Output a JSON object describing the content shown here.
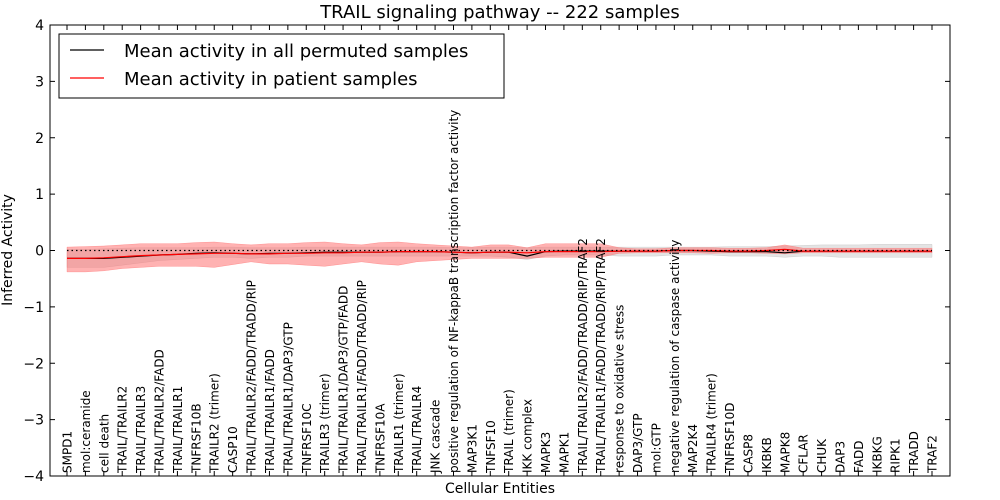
{
  "chart_data": {
    "type": "line",
    "title": "TRAIL signaling pathway -- 222 samples",
    "xlabel": "Cellular Entities",
    "ylabel": "Inferred Activity",
    "ylim": [
      -4,
      4
    ],
    "y_ticks": [
      -4,
      -3,
      -2,
      -1,
      0,
      1,
      2,
      3,
      4
    ],
    "y_tick_labels": [
      "−4",
      "−3",
      "−2",
      "−1",
      "0",
      "1",
      "2",
      "3",
      "4"
    ],
    "grid": false,
    "legend_position": "top-left",
    "categories": [
      "SMPD1",
      "mol:ceramide",
      "cell death",
      "TRAIL/TRAILR2",
      "TRAIL/TRAILR3",
      "TRAIL/TRAILR2/FADD",
      "TRAIL/TRAILR1",
      "TNFRSF10B",
      "TRAILR2 (trimer)",
      "CASP10",
      "TRAIL/TRAILR2/FADD/TRADD/RIP",
      "TRAIL/TRAILR1/FADD",
      "TRAIL/TRAILR1/DAP3/GTP",
      "TNFRSF10C",
      "TRAILR3 (trimer)",
      "TRAIL/TRAILR1/DAP3/GTP/FADD",
      "TRAIL/TRAILR1/FADD/TRADD/RIP",
      "TNFRSF10A",
      "TRAILR1 (trimer)",
      "TRAIL/TRAILR4",
      "JNK cascade",
      "positive regulation of NF-kappaB transcription factor activity",
      "MAP3K1",
      "TNFSF10",
      "TRAIL (trimer)",
      "IKK complex",
      "MAPK3",
      "MAPK1",
      "TRAIL/TRAILR2/FADD/TRADD/RIP/TRAF2",
      "TRAIL/TRAILR1/FADD/TRADD/RIP/TRAF2",
      "response to oxidative stress",
      "DAP3/GTP",
      "mol:GTP",
      "negative regulation of caspase activity",
      "MAP2K4",
      "TRAILR4 (trimer)",
      "TNFRSF10D",
      "CASP8",
      "IKBKB",
      "MAPK8",
      "CFLAR",
      "CHUK",
      "DAP3",
      "FADD",
      "IKBKG",
      "RIPK1",
      "TRADD",
      "TRAF2"
    ],
    "series": [
      {
        "name": "Mean activity in all permuted samples",
        "color": "#000000",
        "values": [
          -0.14,
          -0.14,
          -0.14,
          -0.12,
          -0.1,
          -0.08,
          -0.07,
          -0.05,
          -0.04,
          -0.05,
          -0.06,
          -0.05,
          -0.05,
          -0.04,
          -0.03,
          -0.03,
          -0.03,
          -0.03,
          -0.02,
          -0.02,
          -0.02,
          -0.03,
          -0.04,
          -0.03,
          -0.03,
          -0.1,
          -0.02,
          -0.01,
          -0.01,
          -0.01,
          -0.01,
          -0.01,
          -0.01,
          0.0,
          0.0,
          -0.01,
          -0.02,
          -0.02,
          -0.02,
          -0.04,
          -0.01,
          -0.01,
          -0.01,
          -0.01,
          -0.01,
          -0.01,
          -0.01,
          -0.01
        ],
        "band": {
          "color": "#bbbbbb",
          "upper": [
            0.02,
            0.02,
            0.03,
            0.04,
            0.05,
            0.05,
            0.05,
            0.05,
            0.06,
            0.06,
            0.05,
            0.05,
            0.05,
            0.06,
            0.06,
            0.06,
            0.06,
            0.06,
            0.06,
            0.06,
            0.06,
            0.05,
            0.05,
            0.06,
            0.06,
            0.05,
            0.06,
            0.06,
            0.06,
            0.06,
            0.06,
            0.06,
            0.06,
            0.06,
            0.06,
            0.06,
            0.07,
            0.07,
            0.07,
            0.08,
            0.09,
            0.1,
            0.1,
            0.1,
            0.11,
            0.11,
            0.11,
            0.11
          ],
          "lower": [
            -0.3,
            -0.3,
            -0.3,
            -0.26,
            -0.22,
            -0.18,
            -0.16,
            -0.14,
            -0.12,
            -0.12,
            -0.14,
            -0.12,
            -0.12,
            -0.1,
            -0.1,
            -0.1,
            -0.1,
            -0.1,
            -0.1,
            -0.1,
            -0.1,
            -0.1,
            -0.1,
            -0.1,
            -0.12,
            -0.16,
            -0.1,
            -0.08,
            -0.08,
            -0.08,
            -0.1,
            -0.1,
            -0.1,
            -0.08,
            -0.08,
            -0.08,
            -0.1,
            -0.1,
            -0.1,
            -0.12,
            -0.1,
            -0.1,
            -0.12,
            -0.12,
            -0.12,
            -0.12,
            -0.12,
            -0.12
          ]
        }
      },
      {
        "name": "Mean activity in patient samples",
        "color": "#ff0000",
        "values": [
          -0.14,
          -0.14,
          -0.13,
          -0.11,
          -0.09,
          -0.08,
          -0.07,
          -0.06,
          -0.05,
          -0.05,
          -0.06,
          -0.06,
          -0.05,
          -0.05,
          -0.04,
          -0.04,
          -0.03,
          -0.03,
          -0.02,
          -0.02,
          -0.02,
          -0.03,
          -0.04,
          -0.03,
          -0.03,
          -0.04,
          -0.02,
          -0.02,
          -0.02,
          -0.02,
          -0.01,
          -0.01,
          -0.01,
          0.0,
          0.0,
          0.0,
          -0.01,
          -0.01,
          0.0,
          0.02,
          -0.01,
          -0.01,
          -0.01,
          -0.01,
          -0.01,
          -0.01,
          -0.01,
          -0.01
        ],
        "band": {
          "color": "#ff6666",
          "upper": [
            0.06,
            0.07,
            0.08,
            0.1,
            0.12,
            0.12,
            0.12,
            0.14,
            0.15,
            0.12,
            0.1,
            0.12,
            0.12,
            0.14,
            0.15,
            0.12,
            0.1,
            0.14,
            0.15,
            0.12,
            0.1,
            0.08,
            0.06,
            0.1,
            0.1,
            0.05,
            0.12,
            0.12,
            0.12,
            0.12,
            0.05,
            0.03,
            0.03,
            0.05,
            0.05,
            0.05,
            0.04,
            0.04,
            0.05,
            0.1,
            0.04,
            0.04,
            0.04,
            0.04,
            0.04,
            0.04,
            0.04,
            0.04
          ],
          "lower": [
            -0.38,
            -0.38,
            -0.36,
            -0.32,
            -0.3,
            -0.28,
            -0.28,
            -0.28,
            -0.3,
            -0.25,
            -0.2,
            -0.24,
            -0.24,
            -0.26,
            -0.28,
            -0.24,
            -0.2,
            -0.24,
            -0.26,
            -0.2,
            -0.18,
            -0.16,
            -0.14,
            -0.14,
            -0.14,
            -0.14,
            -0.12,
            -0.12,
            -0.12,
            -0.12,
            -0.05,
            -0.04,
            -0.04,
            -0.04,
            -0.04,
            -0.05,
            -0.04,
            -0.04,
            -0.05,
            -0.06,
            -0.04,
            -0.04,
            -0.04,
            -0.04,
            -0.04,
            -0.04,
            -0.04,
            -0.04
          ]
        }
      },
      {
        "name": "",
        "color": "#000000",
        "style": "dotted",
        "values": [
          0.0,
          0.0,
          0.0,
          0.0,
          0.0,
          0.0,
          0.0,
          0.0,
          0.0,
          0.0,
          0.0,
          0.0,
          0.0,
          0.0,
          0.0,
          0.0,
          0.0,
          0.0,
          0.0,
          0.0,
          0.0,
          0.0,
          0.0,
          0.0,
          0.0,
          0.0,
          0.0,
          0.0,
          0.0,
          0.0,
          0.0,
          0.0,
          0.0,
          0.0,
          0.0,
          0.0,
          0.0,
          0.0,
          0.0,
          0.0,
          0.0,
          0.0,
          0.0,
          0.0,
          0.0,
          0.0,
          0.0,
          0.0
        ]
      }
    ]
  }
}
